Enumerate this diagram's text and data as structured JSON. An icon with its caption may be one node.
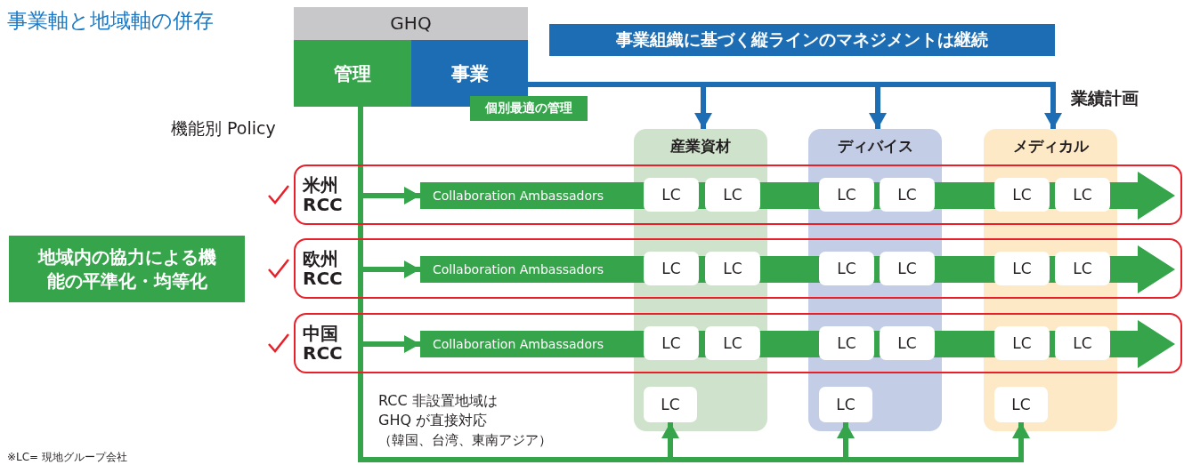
{
  "diagram": {
    "title": "事業軸と地域軸の併存",
    "nodes": [
      {
        "text": [
          "GHQ"
        ]
      },
      {
        "text": [
          "管理"
        ],
        "in": 0
      },
      {
        "text": [
          "事業"
        ],
        "in": 0
      },
      {
        "text": [
          "事業組織に基づく縦ラインのマネジメントは継続"
        ]
      },
      {
        "text": [
          "個別最適の管理"
        ]
      },
      {
        "text": [
          "産業資材"
        ]
      },
      {
        "text": [
          "ディバイス"
        ]
      },
      {
        "text": [
          "メディカル"
        ]
      },
      {
        "text": [
          "地域内の協力による機能の平準化・均等化"
        ]
      },
      {
        "text": [
          "米州 RCC"
        ]
      },
      {
        "text": [
          "Collaboration Ambassadors"
        ],
        "in": 9
      },
      {
        "text": [
          "LC"
        ]
      },
      {
        "text": [
          "LC"
        ]
      },
      {
        "text": [
          "LC"
        ]
      },
      {
        "text": [
          "LC"
        ]
      },
      {
        "text": [
          "LC"
        ]
      },
      {
        "text": [
          "LC"
        ]
      },
      {
        "text": [
          "欧州 RCC"
        ]
      },
      {
        "text": [
          "Collaboration Ambassadors"
        ],
        "in": 17
      },
      {
        "text": [
          "LC"
        ]
      },
      {
        "text": [
          "LC"
        ]
      },
      {
        "text": [
          "LC"
        ]
      },
      {
        "text": [
          "LC"
        ]
      },
      {
        "text": [
          "LC"
        ]
      },
      {
        "text": [
          "LC"
        ]
      },
      {
        "text": [
          "中国 RCC"
        ]
      },
      {
        "text": [
          "Collaboration Ambassadors"
        ],
        "in": 25
      },
      {
        "text": [
          "LC"
        ]
      },
      {
        "text": [
          "LC"
        ]
      },
      {
        "text": [
          "LC"
        ]
      },
      {
        "text": [
          "LC"
        ]
      },
      {
        "text": [
          "LC"
        ]
      },
      {
        "text": [
          "LC"
        ]
      },
      {
        "text": [
          "LC"
        ],
        "in": 5
      },
      {
        "text": [
          "LC"
        ],
        "in": 6
      },
      {
        "text": [
          "LC"
        ],
        "in": 7
      }
    ],
    "edges": [
      {
        "from": 2,
        "to": 5,
        "arrow": "to",
        "color": "#1c6db3"
      },
      {
        "from": 2,
        "to": 6,
        "arrow": "to",
        "color": "#1c6db3"
      },
      {
        "from": 2,
        "to": 7,
        "arrow": "to",
        "color": "#1c6db3"
      },
      {
        "from": 1,
        "to": 10,
        "arrow": "to"
      },
      {
        "from": 1,
        "to": 18,
        "arrow": "to"
      },
      {
        "from": 1,
        "to": 26,
        "arrow": "to"
      },
      {
        "from": 1,
        "to": 33,
        "arrow": "to"
      },
      {
        "from": 1,
        "to": 34,
        "arrow": "to"
      },
      {
        "from": 1,
        "to": 35,
        "arrow": "to"
      }
    ],
    "labels": [
      "業績計画",
      "機能別 Policy",
      "RCC 非設置地域は GHQ が直接対応",
      "（韓国、台湾、東南アジア）",
      "※LC= 現地グループ会社"
    ]
  }
}
